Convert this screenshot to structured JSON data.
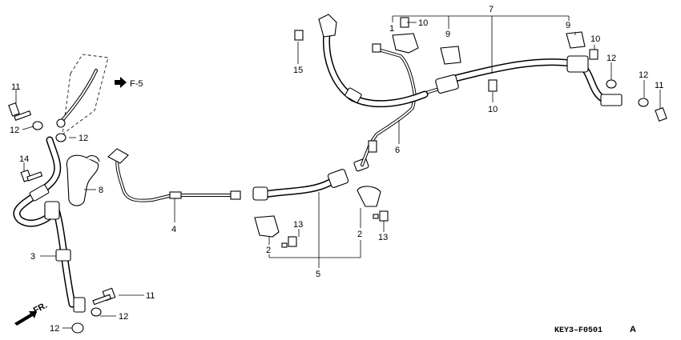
{
  "labels": {
    "p1": "1",
    "p2a": "2",
    "p2b": "2",
    "p3": "3",
    "p4": "4",
    "p5": "5",
    "p6": "6",
    "p7": "7",
    "p8": "8",
    "p9a": "9",
    "p9b": "9",
    "p10a": "10",
    "p10b": "10",
    "p10c": "10",
    "p11a": "11",
    "p11b": "11",
    "p11c": "11",
    "p12a": "12",
    "p12b": "12",
    "p12c": "12",
    "p12d": "12",
    "p12e": "12",
    "p12f": "12",
    "p13a": "13",
    "p13b": "13",
    "p14": "14",
    "p15": "15"
  },
  "refs": {
    "f5": "F-5",
    "front": "FR."
  },
  "diagram_code": "KEY3–F0501",
  "diagram_rev": "A"
}
